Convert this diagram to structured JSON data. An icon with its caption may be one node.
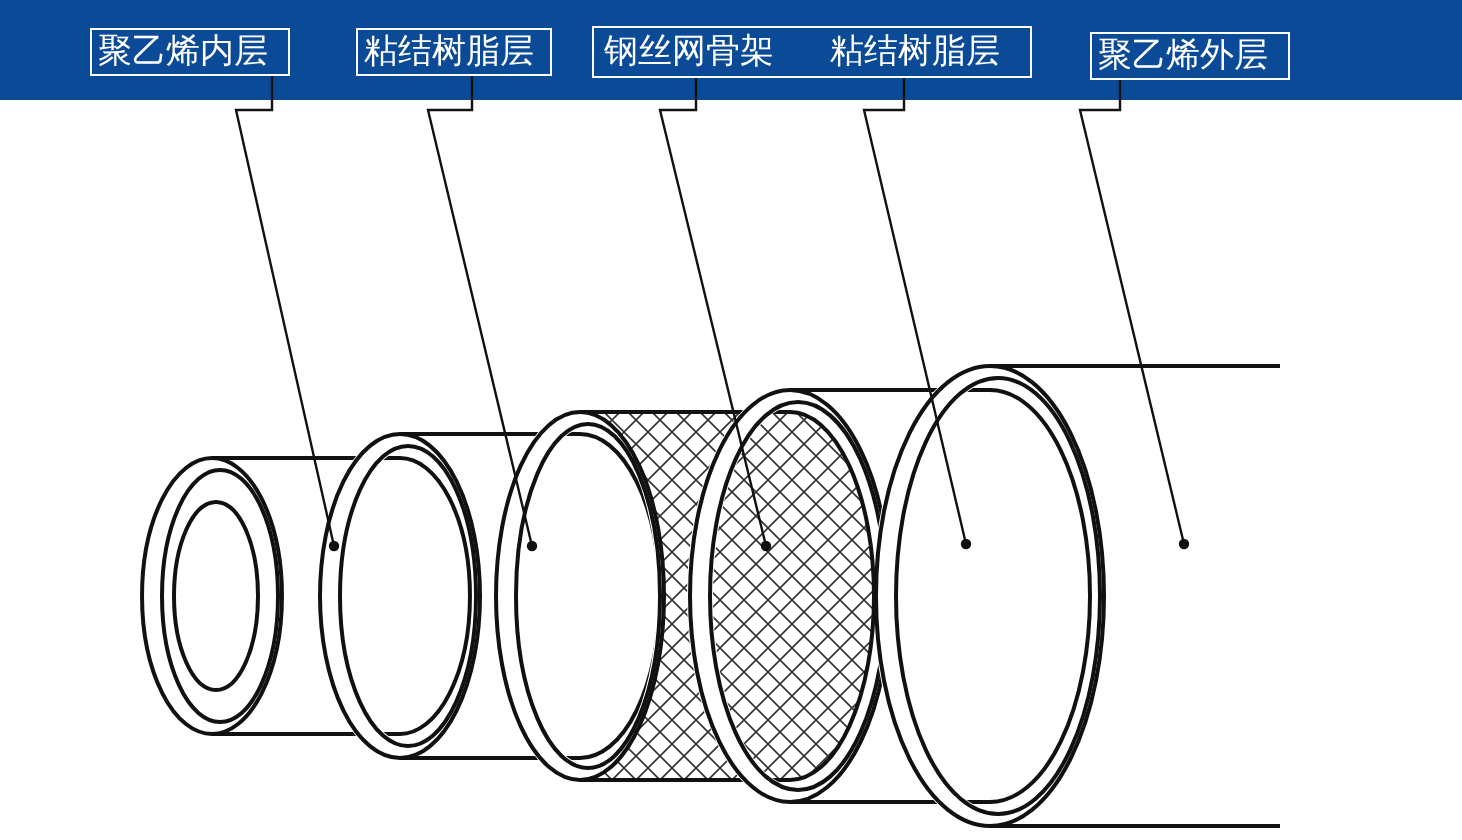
{
  "diagram": {
    "nodes": [
      {
        "text": [
          "聚乙烯内层"
        ]
      },
      {
        "text": [
          "粘结树脂层"
        ]
      },
      {
        "text": [
          "钢丝网骨架"
        ]
      },
      {
        "text": [
          "粘结树脂层"
        ]
      },
      {
        "text": [
          "聚乙烯外层"
        ]
      },
      {
        "text": [],
        "shape": "cylinder"
      },
      {
        "text": [],
        "shape": "cylinder"
      },
      {
        "text": [],
        "shape": "cylinder"
      },
      {
        "text": [],
        "shape": "cylinder"
      },
      {
        "text": [],
        "shape": "cylinder"
      }
    ],
    "edges": [
      {
        "from": 0,
        "to": 5,
        "arrow": "other"
      },
      {
        "from": 1,
        "to": 6,
        "arrow": "other"
      },
      {
        "from": 2,
        "to": 7,
        "arrow": "other"
      },
      {
        "from": 3,
        "to": 8,
        "arrow": "other"
      },
      {
        "from": 4,
        "to": 9,
        "arrow": "other"
      }
    ]
  }
}
